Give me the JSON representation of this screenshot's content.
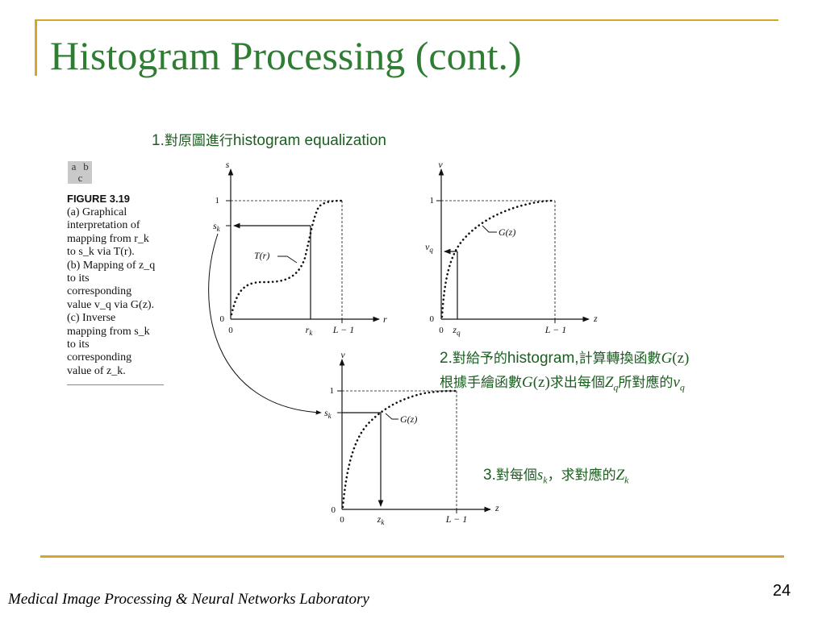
{
  "slide": {
    "title": "Histogram Processing (cont.)",
    "footer_lab": "Medical Image Processing & Neural Networks Laboratory",
    "page_number": "24",
    "accent_color": "#D4A62A",
    "title_color": "#2E7D32"
  },
  "notes": {
    "step1": {
      "num": "1.",
      "zh": "對原圖進行",
      "en": "histogram equalization"
    },
    "step2": {
      "line1_num": "2.",
      "line1_zh_a": "對給予的",
      "line1_en": "histogram,",
      "line1_zh_b": "計算轉換函數",
      "G": "G",
      "paren_z": "(z)",
      "line2_zh_a": "根據手繪函數",
      "line2_zh_b": "求出每個",
      "Z": "Z",
      "q": "q",
      "line2_zh_c": "所對應的",
      "v": "v"
    },
    "step3": {
      "num": "3.",
      "zh_a": "對每個",
      "s": "s",
      "k": "k",
      "zh_b": "，求對應的",
      "Z": "Z"
    }
  },
  "caption": {
    "tag_a": "a",
    "tag_b": "b",
    "tag_c": "c",
    "title": "FIGURE 3.19",
    "body": "(a) Graphical\ninterpretation of\nmapping from r_k\nto s_k via T(r).\n(b) Mapping of z_q\nto its\ncorresponding\nvalue v_q via G(z).\n(c) Inverse\nmapping from s_k\nto its\ncorresponding\nvalue of z_k."
  },
  "panels": {
    "a": {
      "y_axis": "s",
      "x_axis": "r",
      "y_one": "1",
      "y_zero": "0",
      "x_zero": "0",
      "y_mark": "s",
      "y_mark_sub": "k",
      "x_mark": "r",
      "x_mark_sub": "k",
      "x_end": "L − 1",
      "curve_label": "T(r)"
    },
    "b": {
      "y_axis": "v",
      "x_axis": "z",
      "y_one": "1",
      "y_zero": "0",
      "x_zero": "0",
      "y_mark": "v",
      "y_mark_sub": "q",
      "x_mark": "z",
      "x_mark_sub": "q",
      "x_end": "L − 1",
      "curve_label": "G(z)"
    },
    "c": {
      "y_axis": "v",
      "x_axis": "z",
      "y_one": "1",
      "y_zero": "0",
      "x_zero": "0",
      "y_mark": "s",
      "y_mark_sub": "k",
      "x_mark": "z",
      "x_mark_sub": "k",
      "x_end": "L − 1",
      "curve_label": "G(z)"
    }
  }
}
